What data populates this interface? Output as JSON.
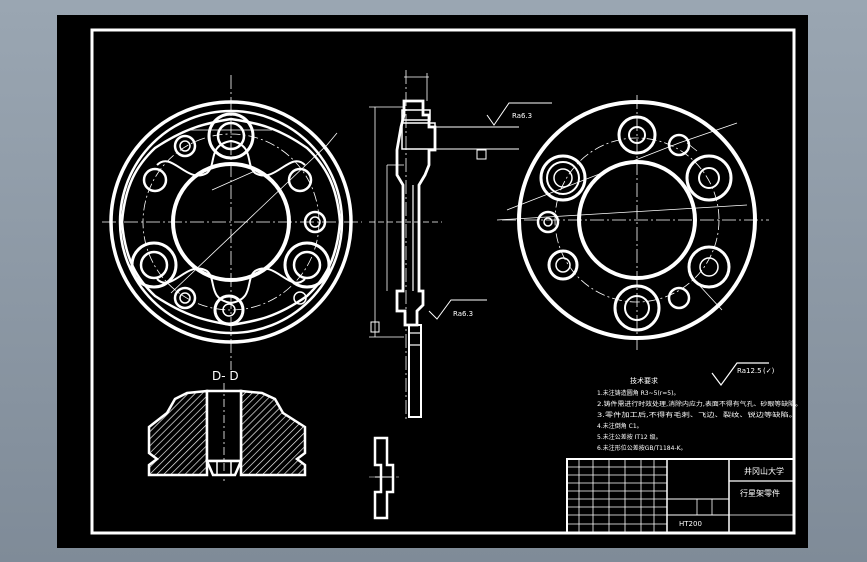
{
  "section_label": "D- D",
  "roughness": {
    "main": "Ra12.5",
    "main_suffix": "(✓)",
    "upper": "Ra6.3",
    "lower": "Ra6.3"
  },
  "tech_req": {
    "title": "技术要求",
    "lines": [
      "1.未注铸造圆角 R3~5(r=5)。",
      "2.铸件需进行时效处理,消除内应力,表面不得有气孔、砂眼等缺陷。",
      "3.零件加工后,不得有毛刺、飞边、裂纹、锐边等缺陷。",
      "4.未注倒角 C1。",
      "5.未注公差按 IT12 级。",
      "6.未注形位公差按GB/T1184-K。"
    ]
  },
  "title_block": {
    "school": "井冈山大学",
    "drawing_name": "行星架零件",
    "material": "HT200"
  },
  "colors": {
    "line": "#ffffff",
    "sheet": "#000000",
    "background": "#8f9ba8"
  }
}
